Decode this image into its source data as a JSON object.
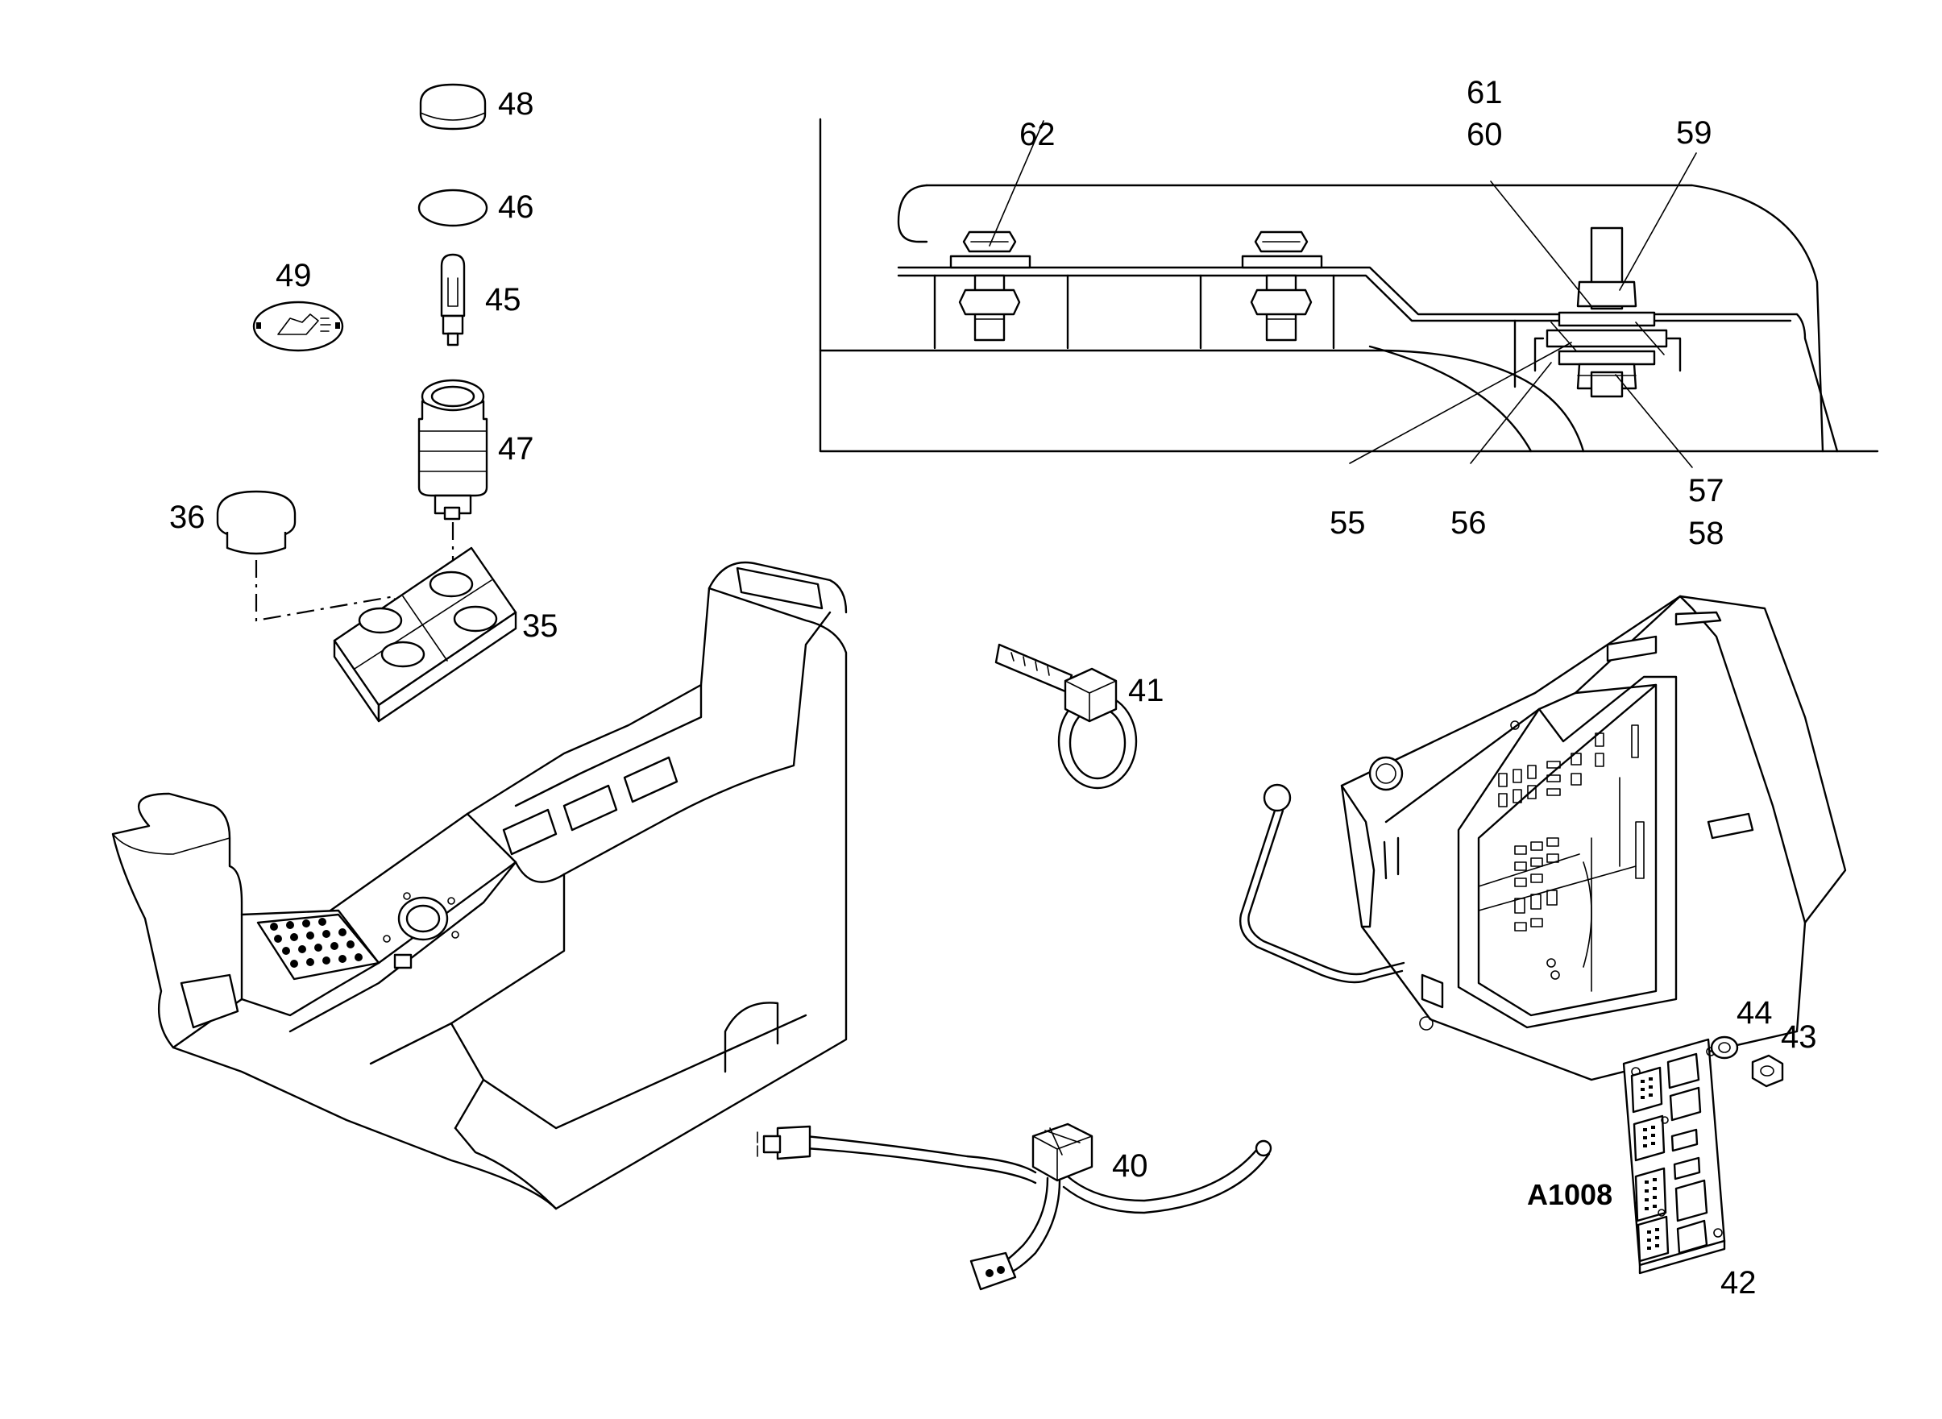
{
  "labels": {
    "p35": "35",
    "p36": "36",
    "p40": "40",
    "p41": "41",
    "p42": "42",
    "p43": "43",
    "p44": "44",
    "p45": "45",
    "p46": "46",
    "p47": "47",
    "p48": "48",
    "p49": "49",
    "p55": "55",
    "p56": "56",
    "p57": "57",
    "p58": "58",
    "p59": "59",
    "p60": "60",
    "p61": "61",
    "p62": "62",
    "a1008": "A1008"
  }
}
